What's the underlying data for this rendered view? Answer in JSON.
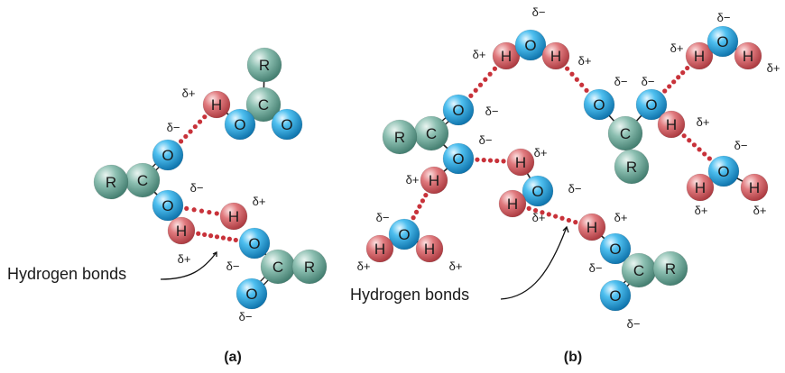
{
  "panels": [
    {
      "id": "a",
      "caption": "(a)"
    },
    {
      "id": "b",
      "caption": "(b)"
    }
  ],
  "annotations": {
    "hydrogen_bonds": "Hydrogen bonds"
  },
  "charges": {
    "partial_negative": "δ−",
    "partial_positive": "δ+"
  },
  "atoms": {
    "carbon": "C",
    "oxygen": "O",
    "hydrogen": "H",
    "r_group": "R"
  },
  "colors": {
    "oxygen": "#2aa8e0",
    "hydrogen": "#d9545a",
    "carbon_r": "#6fa99a",
    "hydrogen_bond": "#c8323a"
  }
}
